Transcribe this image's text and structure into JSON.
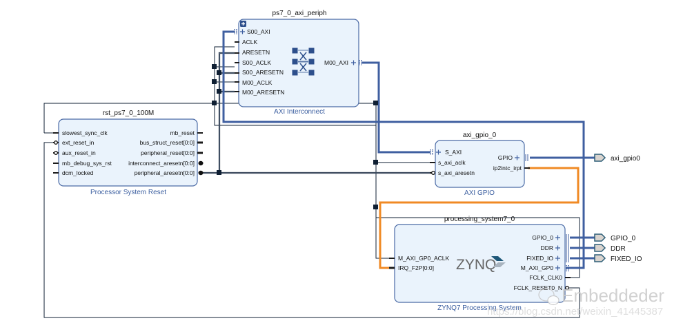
{
  "diagram": {
    "type": "block-design",
    "colors": {
      "block_fill": "#eaf3fc",
      "block_border": "#4a6aa5",
      "bus_wire": "#3f5fa0",
      "interrupt_wire": "#f08a24",
      "signal_wire": "#0f1f33",
      "port_fill": "#d9d4cf",
      "port_border": "#2f5f78"
    },
    "blocks": {
      "interconnect": {
        "instance": "ps7_0_axi_periph",
        "type": "AXI Interconnect",
        "left_pins": [
          "S00_AXI",
          "ACLK",
          "ARESETN",
          "S00_ACLK",
          "S00_ARESETN",
          "M00_ACLK",
          "M00_ARESETN"
        ],
        "right_pins": [
          "M00_AXI"
        ]
      },
      "reset": {
        "instance": "rst_ps7_0_100M",
        "type": "Processor System Reset",
        "left_pins": [
          "slowest_sync_clk",
          "ext_reset_in",
          "aux_reset_in",
          "mb_debug_sys_rst",
          "dcm_locked"
        ],
        "right_pins": [
          "mb_reset",
          "bus_struct_reset[0:0]",
          "peripheral_reset[0:0]",
          "interconnect_aresetn[0:0]",
          "peripheral_aresetn[0:0]"
        ]
      },
      "gpio": {
        "instance": "axi_gpio_0",
        "type": "AXI GPIO",
        "left_pins": [
          "S_AXI",
          "s_axi_aclk",
          "s_axi_aresetn"
        ],
        "right_pins": [
          "GPIO",
          "ip2intc_irpt"
        ]
      },
      "ps7": {
        "instance": "processing_system7_0",
        "type": "ZYNQ7 Processing System",
        "logo": "ZYNQ",
        "left_pins": [
          "M_AXI_GP0_ACLK",
          "IRQ_F2P[0:0]"
        ],
        "right_pins": [
          "GPIO_0",
          "DDR",
          "FIXED_IO",
          "M_AXI_GP0",
          "FCLK_CLK0",
          "FCLK_RESET0_N"
        ]
      }
    },
    "external_ports": [
      "axi_gpio0",
      "GPIO_0",
      "DDR",
      "FIXED_IO"
    ],
    "watermark": {
      "brand": "Embeddeder",
      "url": "https://blog.csdn.net/weixin_41445387"
    }
  }
}
